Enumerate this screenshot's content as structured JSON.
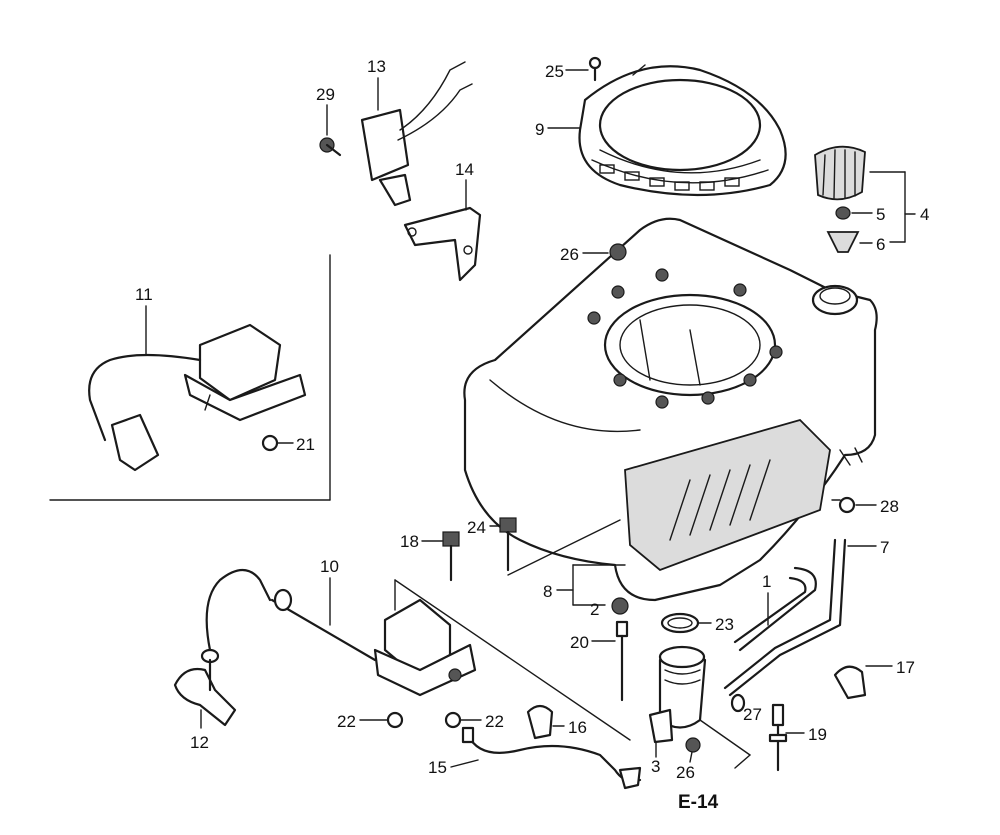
{
  "diagram": {
    "reference_label": "E-14",
    "callouts": {
      "c1": "1",
      "c2": "2",
      "c3": "3",
      "c4": "4",
      "c5": "5",
      "c6": "6",
      "c7": "7",
      "c8": "8",
      "c9": "9",
      "c10": "10",
      "c11": "11",
      "c12": "12",
      "c13": "13",
      "c14": "14",
      "c15": "15",
      "c16": "16",
      "c17": "17",
      "c18": "18",
      "c19": "19",
      "c20": "20",
      "c21": "21",
      "c22a": "22",
      "c22b": "22",
      "c23": "23",
      "c24": "24",
      "c25": "25",
      "c26a": "26",
      "c26b": "26",
      "c27": "27",
      "c28": "28",
      "c29": "29"
    }
  }
}
